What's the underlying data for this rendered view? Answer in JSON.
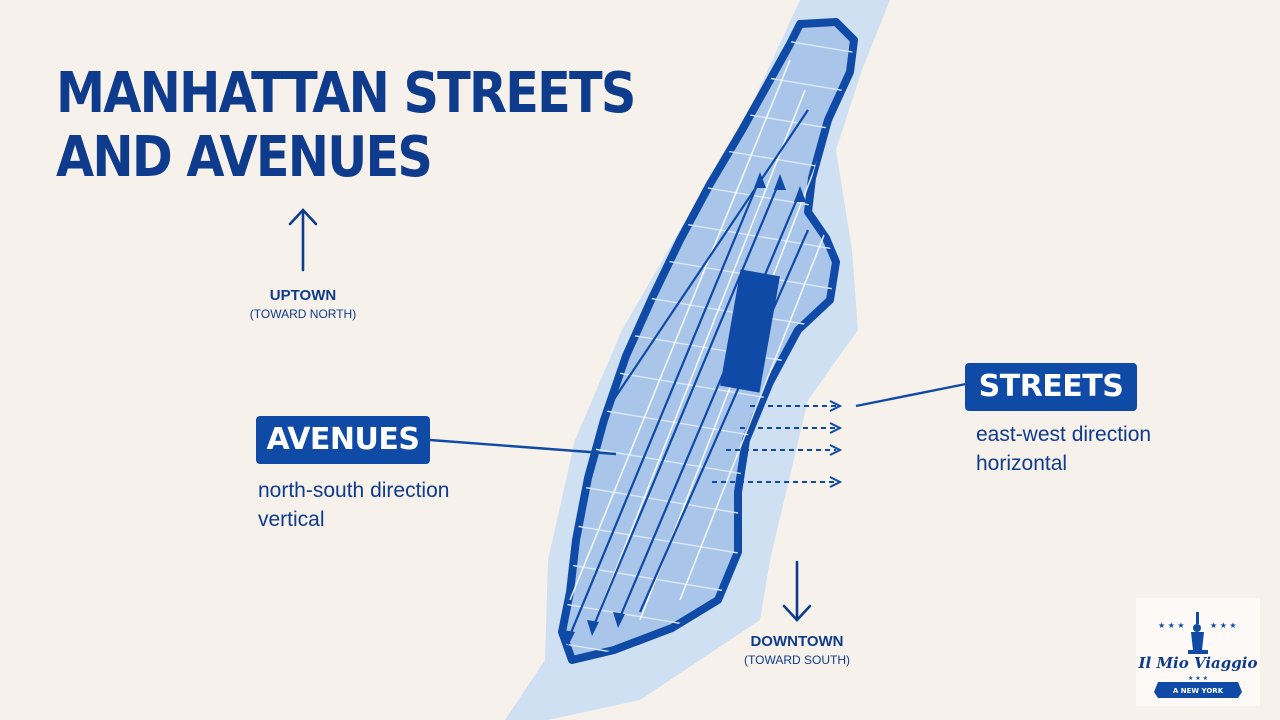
{
  "title": {
    "line1": "MANHATTAN STREETS",
    "line2": "AND AVENUES"
  },
  "uptown": {
    "label": "UPTOWN",
    "sub": "(TOWARD NORTH)"
  },
  "downtown": {
    "label": "DOWNTOWN",
    "sub": "(TOWARD SOUTH)"
  },
  "avenues": {
    "label": "AVENUES",
    "line1": "north-south direction",
    "line2": "vertical"
  },
  "streets": {
    "label": "STREETS",
    "line1": "east-west direction",
    "line2": "horizontal"
  },
  "logo": {
    "name": "Il Mio Viaggio",
    "ribbon": "A NEW YORK"
  },
  "colors": {
    "background": "#f7f1ec",
    "primary": "#0f4aa6",
    "text": "#0f3b8c",
    "water": "#cfe0f3",
    "land": "#a9c6ea"
  },
  "icons": [
    "arrow-up-icon",
    "arrow-down-icon",
    "statue-of-liberty-icon"
  ]
}
